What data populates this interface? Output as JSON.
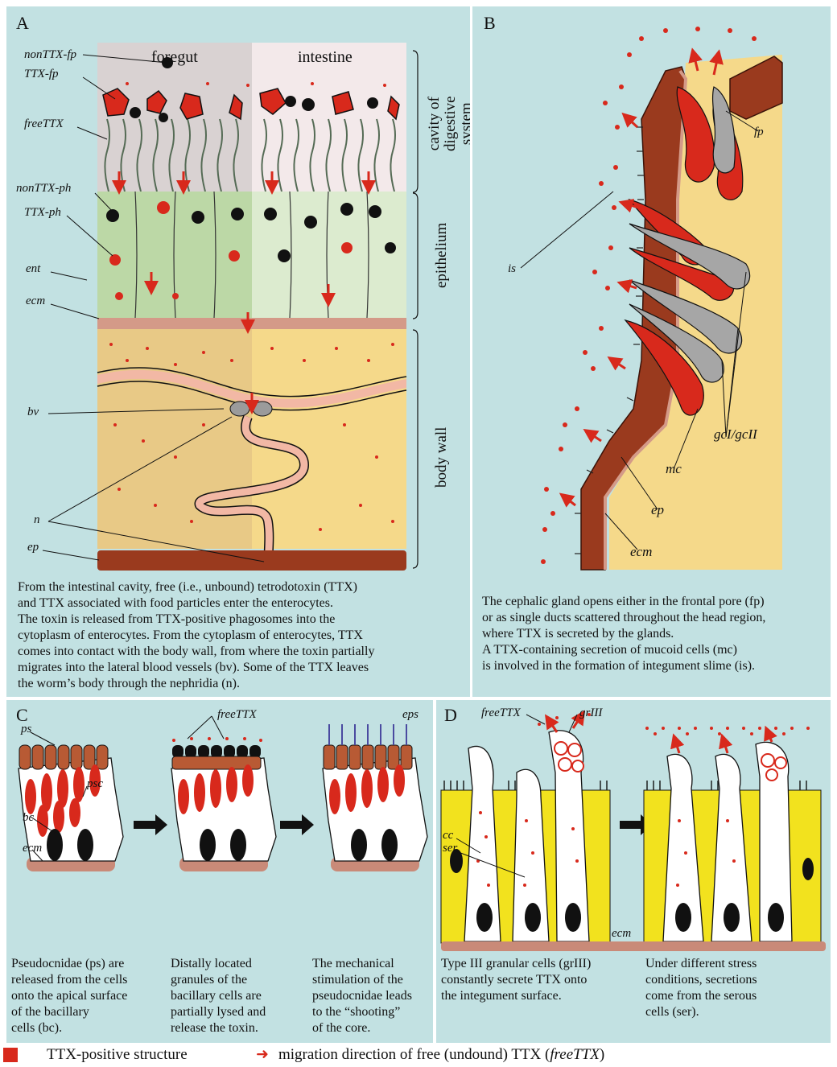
{
  "panels": {
    "A": {
      "label": "A",
      "col_foregut": "foregut",
      "col_intestine": "intestine",
      "region_cavity": "cavity of\ndigestive system",
      "region_epithelium": "epithelium",
      "region_body_wall": "body wall",
      "labels": {
        "nonttx_fp": "nonTTX-fp",
        "ttx_fp": "TTX-fp",
        "freettx": "freeTTX",
        "nonttx_ph": "nonTTX-ph",
        "ttx_ph": "TTX-ph",
        "ent": "ent",
        "ecm": "ecm",
        "bv": "bv",
        "n": "n",
        "ep": "ep"
      },
      "caption": "From the intestinal cavity, free (i.e., unbound) tetrodotoxin (TTX)\n and TTX associated with food particles enter the enterocytes.\nThe toxin is released from TTX-positive phagosomes into the\ncytoplasm of enterocytes. From the cytoplasm of enterocytes, TTX\ncomes into contact with the body wall, from where the toxin partially\nmigrates into the lateral blood vessels (bv). Some of the TTX leaves\nthe worm’s body through the nephridia (n)."
    },
    "B": {
      "label": "B",
      "labels": {
        "fp": "fp",
        "is": "is",
        "gc": "gcI/gcII",
        "mc": "mc",
        "ep": "ep",
        "ecm": "ecm"
      },
      "caption": "The cephalic gland opens either in the frontal pore (fp)\nor as single ducts scattered throughout the head region,\nwhere TTX is secreted by the glands.\nA TTX-containing secretion of mucoid cells (mc)\nis involved in the formation of integument slime (is)."
    },
    "C": {
      "label": "C",
      "labels": {
        "ps": "ps",
        "psc": "psc",
        "bc": "bc",
        "ecm": "ecm",
        "freettx": "freeTTX",
        "eps": "eps"
      },
      "captions": [
        "Pseudocnidae (ps) are\nreleased from the cells\nonto the apical surface\nof the bacillary\ncells (bc).",
        "Distally located\ngranules of the\nbacillary cells are\npartially lysed and\nrelease the toxin.",
        "The mechanical\nstimulation of the\npseudocnidae leads\nto the “shooting”\nof the core."
      ]
    },
    "D": {
      "label": "D",
      "labels": {
        "freettx": "freeTTX",
        "griii": "grIII",
        "cc": "cc",
        "ser": "ser",
        "ecm": "ecm"
      },
      "captions": [
        "Type III granular cells (grIII)\nconstantly secrete TTX onto\nthe integument surface.",
        "Under different stress\nconditions, secretions\ncome from the serous\ncells (ser)."
      ]
    }
  },
  "legend": {
    "ttx_structure": "TTX-positive structure",
    "migration_prefix": "migration direction of free (undound) TTX (",
    "migration_term": "freeTTX",
    "migration_suffix": ")"
  },
  "colors": {
    "background": "#c2e1e2",
    "ttx_red": "#d8291c",
    "epidermis_brown": "#9a3a1e",
    "ecm_pink": "#d49a88",
    "body_wall": "#f5d98a",
    "epithelium_green": "#cfe3bf",
    "cilia_yellow": "#f2e21e",
    "granule_gray": "#a6a6a6"
  }
}
